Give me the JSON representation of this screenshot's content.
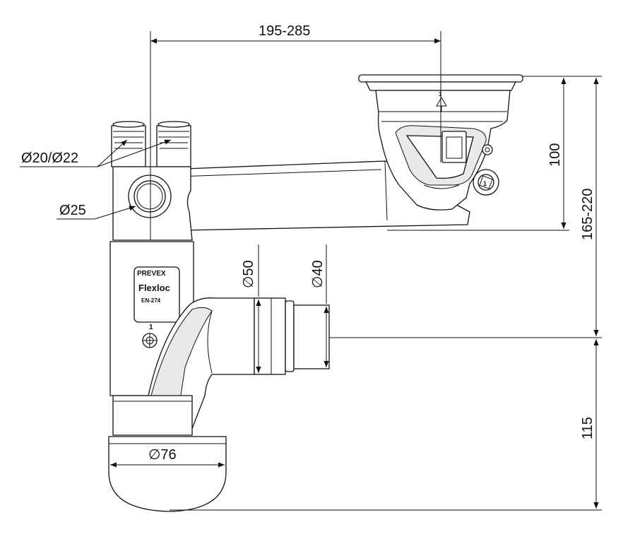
{
  "dimensions": {
    "width_range": "195-285",
    "inlet_height": "100",
    "total_height_range": "165-220",
    "bottom_height": "115",
    "inlet_small": "Ø20/Ø22",
    "inlet_medium": "Ø25",
    "outlet_large": "∅50",
    "outlet_small": "∅40",
    "trap_diameter": "∅76"
  },
  "labels": {
    "brand": "PREVEX",
    "product": "Flexloc",
    "standard": "EN-274",
    "body_mark": "1",
    "valve_mark": "1",
    "cap_mark": "1"
  },
  "colors": {
    "line": "#111111",
    "background": "#ffffff"
  }
}
